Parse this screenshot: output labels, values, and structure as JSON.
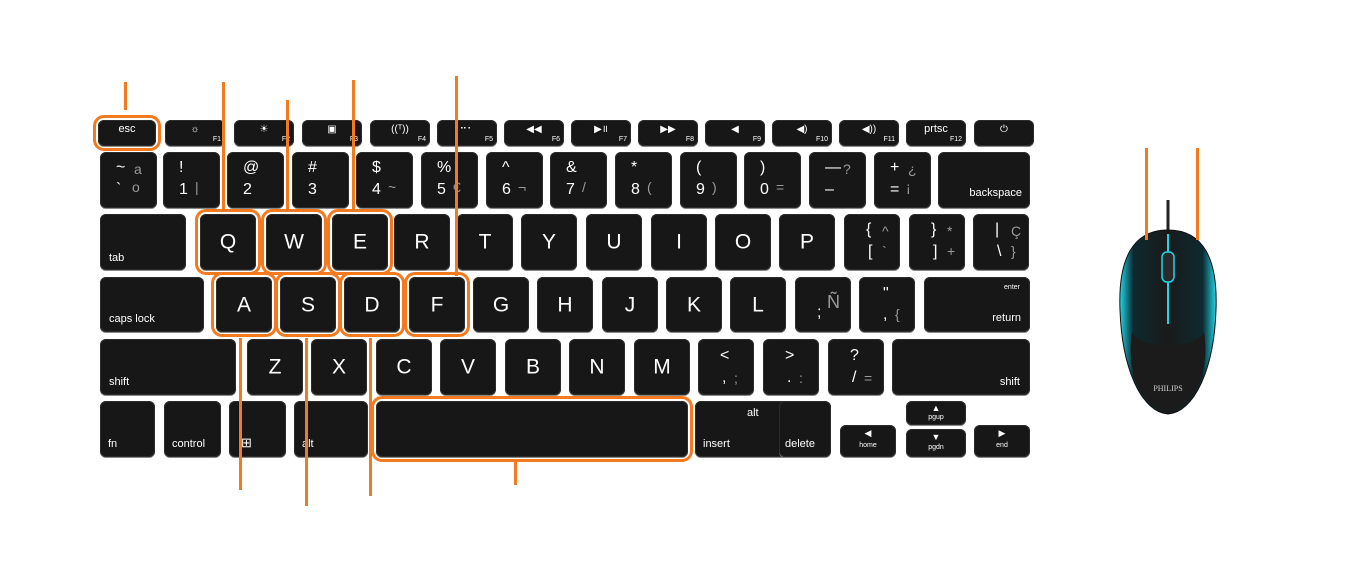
{
  "colors": {
    "highlight": "#f47a20",
    "key": "#171717",
    "mouse_glow": "#1fd6e8"
  },
  "fn_row": [
    {
      "label": "esc",
      "icon": "",
      "fn": ""
    },
    {
      "label": "",
      "icon": "☼",
      "fn": "F1"
    },
    {
      "label": "",
      "icon": "☀",
      "fn": "F2"
    },
    {
      "label": "",
      "icon": "▣",
      "fn": "F3"
    },
    {
      "label": "",
      "icon": "((ᵀ))",
      "fn": "F4"
    },
    {
      "label": "",
      "icon": "⠒⠂",
      "fn": "F5"
    },
    {
      "label": "",
      "icon": "◀◀",
      "fn": "F6"
    },
    {
      "label": "",
      "icon": "▶॥",
      "fn": "F7"
    },
    {
      "label": "",
      "icon": "▶▶",
      "fn": "F8"
    },
    {
      "label": "",
      "icon": "◀",
      "fn": "F9"
    },
    {
      "label": "",
      "icon": "◀)",
      "fn": "F10"
    },
    {
      "label": "",
      "icon": "◀))",
      "fn": "F11"
    },
    {
      "label": "prtsc",
      "icon": "",
      "fn": "F12"
    },
    {
      "label": "",
      "icon": "⏻",
      "fn": ""
    }
  ],
  "number_row": [
    {
      "top": "~",
      "bottom": "`",
      "sec_top": "a",
      "sec_bottom": "o"
    },
    {
      "top": "!",
      "bottom": "1",
      "sec_top": "",
      "sec_bottom": "|"
    },
    {
      "top": "@",
      "bottom": "2",
      "sec_top": "",
      "sec_bottom": ""
    },
    {
      "top": "#",
      "bottom": "3",
      "sec_top": "",
      "sec_bottom": ""
    },
    {
      "top": "$",
      "bottom": "4",
      "sec_top": "",
      "sec_bottom": "~"
    },
    {
      "top": "%",
      "bottom": "5",
      "sec_top": "",
      "sec_bottom": "€"
    },
    {
      "top": "^",
      "bottom": "6",
      "sec_top": "",
      "sec_bottom": "¬"
    },
    {
      "top": "&",
      "bottom": "7",
      "sec_top": "",
      "sec_bottom": "/"
    },
    {
      "top": "*",
      "bottom": "8",
      "sec_top": "",
      "sec_bottom": "("
    },
    {
      "top": "(",
      "bottom": "9",
      "sec_top": "",
      "sec_bottom": ")"
    },
    {
      "top": ")",
      "bottom": "0",
      "sec_top": "",
      "sec_bottom": "="
    },
    {
      "top": "—",
      "bottom": "–",
      "sec_top": "?",
      "sec_bottom": ""
    },
    {
      "top": "+",
      "bottom": "=",
      "sec_top": "¿",
      "sec_bottom": "¡"
    },
    {
      "label": "backspace"
    }
  ],
  "tab_row": {
    "tab": "tab",
    "letters": [
      "Q",
      "W",
      "E",
      "R",
      "T",
      "Y",
      "U",
      "I",
      "O",
      "P"
    ],
    "brackets": [
      {
        "top": "{",
        "bottom": "[",
        "sec_top": "^",
        "sec_bottom": "`"
      },
      {
        "top": "}",
        "bottom": "]",
        "sec_top": "*",
        "sec_bottom": "+"
      },
      {
        "top": "|",
        "bottom": "\\",
        "sec_top": "Ç",
        "sec_bottom": "}"
      }
    ]
  },
  "home_row": {
    "caps": "caps lock",
    "letters": [
      "A",
      "S",
      "D",
      "F",
      "G",
      "H",
      "J",
      "K",
      "L"
    ],
    "semicolon": {
      "top": "",
      "bottom": ";",
      "sec": "Ñ"
    },
    "quote": {
      "top": "\"",
      "bottom": ",",
      "sec": "{"
    },
    "enter_top": "enter",
    "enter": "return"
  },
  "shift_row": {
    "left": "shift",
    "letters": [
      "Z",
      "X",
      "C",
      "V",
      "B",
      "N",
      "M"
    ],
    "punct": [
      {
        "top": "<",
        "bottom": ",",
        "sec": ";"
      },
      {
        "top": ">",
        "bottom": ".",
        "sec": ":"
      },
      {
        "top": "?",
        "bottom": "/",
        "sec": "="
      }
    ],
    "right": "shift"
  },
  "bottom_row": {
    "fn": "fn",
    "control": "control",
    "alt": "alt",
    "alt_right": "alt",
    "insert": "insert",
    "delete": "delete",
    "pgup": "pgup",
    "pgdn": "pgdn",
    "home": "home",
    "end": "end"
  },
  "mouse": {
    "brand": "PHILIPS"
  }
}
